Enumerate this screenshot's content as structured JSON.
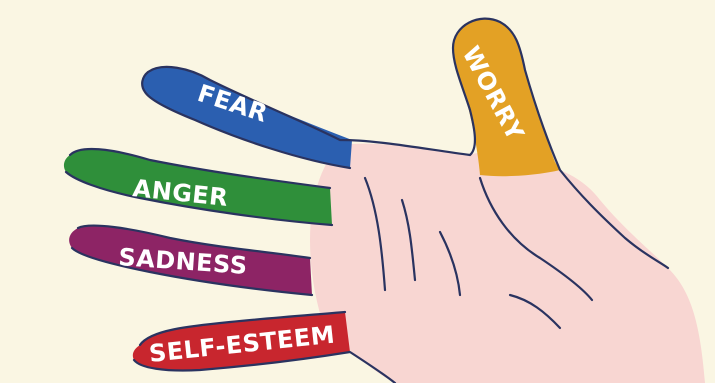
{
  "diagram": {
    "fingers": [
      {
        "id": "thumb",
        "label": "WORRY",
        "color": "#e3a125"
      },
      {
        "id": "index",
        "label": "FEAR",
        "color": "#2b5fb0"
      },
      {
        "id": "middle",
        "label": "ANGER",
        "color": "#2f8f3a"
      },
      {
        "id": "ring",
        "label": "SADNESS",
        "color": "#8d2465"
      },
      {
        "id": "pinky",
        "label": "SELF-ESTEEM",
        "color": "#c8262e"
      }
    ],
    "palm_color": "#f8d6d2",
    "outline_color": "#2a3360",
    "background_color": "#faf6e3"
  }
}
